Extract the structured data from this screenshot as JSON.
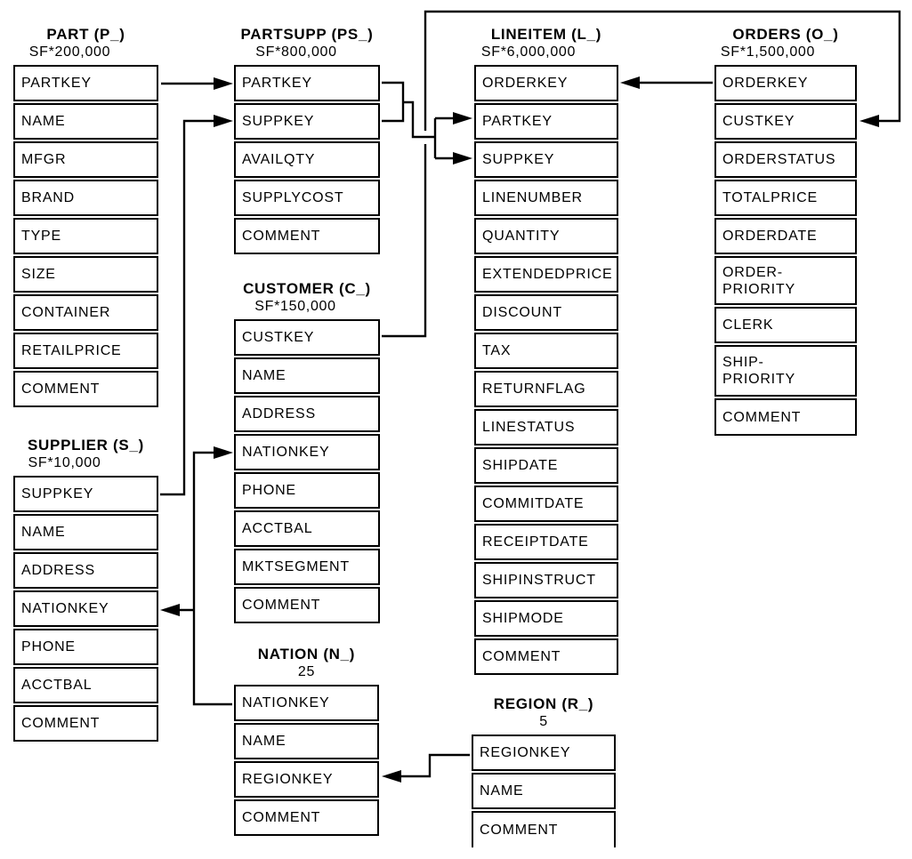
{
  "diagram": {
    "kind": "entity-relationship schema",
    "colors": {
      "line": "#000000",
      "text": "#000000",
      "background": "#ffffff",
      "row_fill": "#ffffff"
    }
  },
  "tables": [
    {
      "id": "part",
      "title": "PART (P_)",
      "cardinality": "SF*200,000",
      "columns": [
        "PARTKEY",
        "NAME",
        "MFGR",
        "BRAND",
        "TYPE",
        "SIZE",
        "CONTAINER",
        "RETAILPRICE",
        "COMMENT"
      ]
    },
    {
      "id": "partsupp",
      "title": "PARTSUPP (PS_)",
      "cardinality": "SF*800,000",
      "columns": [
        "PARTKEY",
        "SUPPKEY",
        "AVAILQTY",
        "SUPPLYCOST",
        "COMMENT"
      ]
    },
    {
      "id": "customer",
      "title": "CUSTOMER (C_)",
      "cardinality": "SF*150,000",
      "columns": [
        "CUSTKEY",
        "NAME",
        "ADDRESS",
        "NATIONKEY",
        "PHONE",
        "ACCTBAL",
        "MKTSEGMENT",
        "COMMENT"
      ]
    },
    {
      "id": "lineitem",
      "title": "LINEITEM (L_)",
      "cardinality": "SF*6,000,000",
      "columns": [
        "ORDERKEY",
        "PARTKEY",
        "SUPPKEY",
        "LINENUMBER",
        "QUANTITY",
        "EXTENDEDPRICE",
        "DISCOUNT",
        "TAX",
        "RETURNFLAG",
        "LINESTATUS",
        "SHIPDATE",
        "COMMITDATE",
        "RECEIPTDATE",
        "SHIPINSTRUCT",
        "SHIPMODE",
        "COMMENT"
      ]
    },
    {
      "id": "orders",
      "title": "ORDERS (O_)",
      "cardinality": "SF*1,500,000",
      "columns": [
        "ORDERKEY",
        "CUSTKEY",
        "ORDERSTATUS",
        "TOTALPRICE",
        "ORDERDATE",
        "ORDER-\nPRIORITY",
        "CLERK",
        "SHIP-\nPRIORITY",
        "COMMENT"
      ]
    },
    {
      "id": "supplier",
      "title": "SUPPLIER (S_)",
      "cardinality": "SF*10,000",
      "columns": [
        "SUPPKEY",
        "NAME",
        "ADDRESS",
        "NATIONKEY",
        "PHONE",
        "ACCTBAL",
        "COMMENT"
      ]
    },
    {
      "id": "nation",
      "title": "NATION (N_)",
      "cardinality": "25",
      "columns": [
        "NATIONKEY",
        "NAME",
        "REGIONKEY",
        "COMMENT"
      ]
    },
    {
      "id": "region",
      "title": "REGION (R_)",
      "cardinality": "5",
      "columns": [
        "REGIONKEY",
        "NAME",
        "COMMENT"
      ]
    }
  ],
  "relationships": [
    {
      "from": "PART.PARTKEY",
      "to": "PARTSUPP.PARTKEY"
    },
    {
      "from": "SUPPLIER.SUPPKEY",
      "to": "PARTSUPP.SUPPKEY"
    },
    {
      "from": "PARTSUPP.PARTKEY",
      "to": "LINEITEM.PARTKEY"
    },
    {
      "from": "PARTSUPP.SUPPKEY",
      "to": "LINEITEM.SUPPKEY"
    },
    {
      "from": "ORDERS.ORDERKEY",
      "to": "LINEITEM.ORDERKEY"
    },
    {
      "from": "CUSTOMER.CUSTKEY",
      "to": "ORDERS.CUSTKEY"
    },
    {
      "from": "NATION.NATIONKEY",
      "to": "CUSTOMER.NATIONKEY"
    },
    {
      "from": "NATION.NATIONKEY",
      "to": "SUPPLIER.NATIONKEY"
    },
    {
      "from": "REGION.REGIONKEY",
      "to": "NATION.REGIONKEY"
    }
  ]
}
